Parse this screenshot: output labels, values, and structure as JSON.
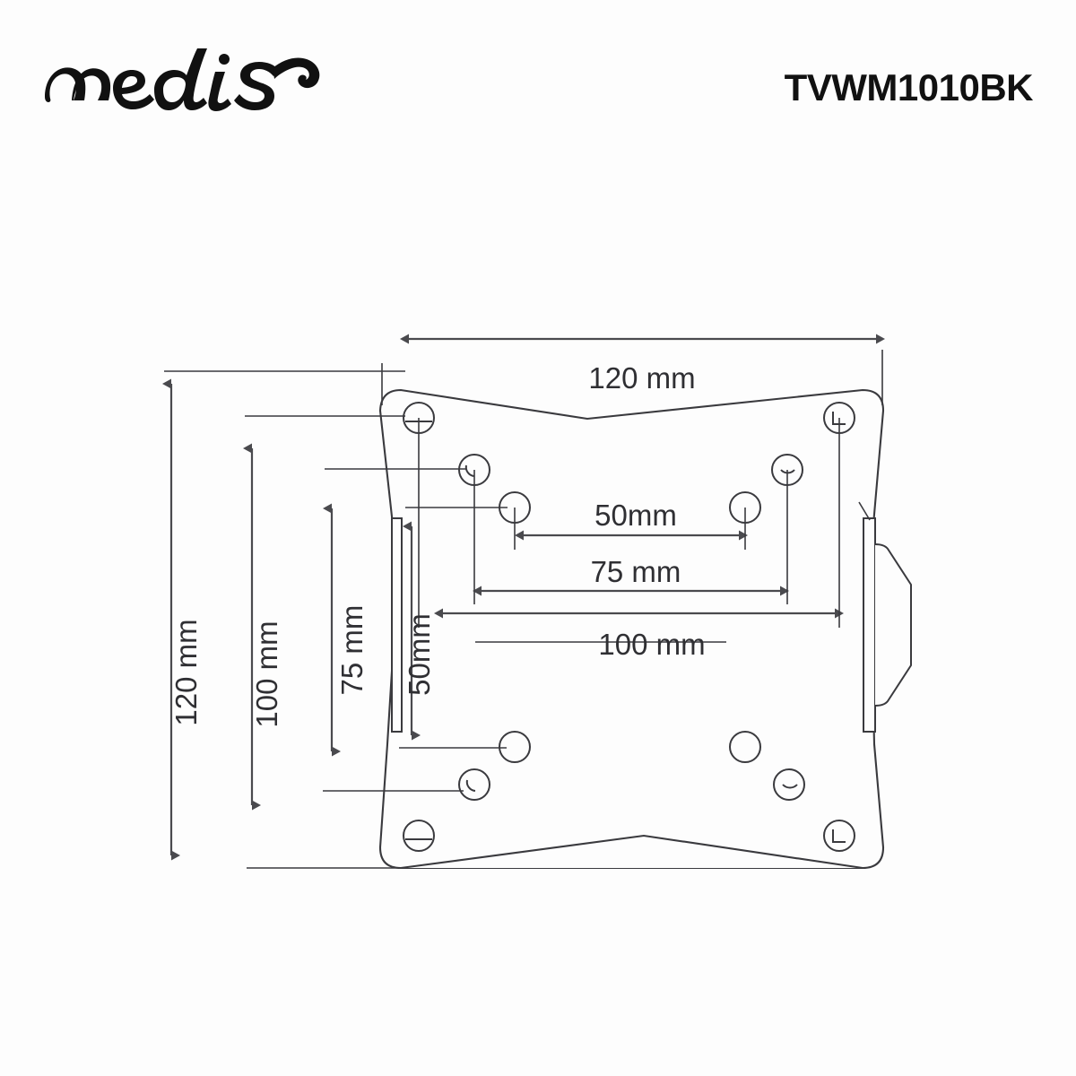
{
  "header": {
    "brand_name": "nedis",
    "brand_logo_icon": "nedis-script-logo",
    "product_code": "TVWM1010BK"
  },
  "drawing": {
    "title": "TV wall mount bracket dimensional drawing",
    "line_color": "#3a3a3e",
    "fill_color": "#fdfdfd",
    "background_color": "#fdfdfd",
    "arrow_color": "#4a4a4e",
    "text_color": "#2f2f33",
    "views": {
      "front_plate": "front-view-vesa-plate",
      "side_profile": "side-view-profile"
    },
    "dimensions": {
      "width_overall": "120 mm",
      "height_overall": "120 mm",
      "vesa_horizontal_100": "100 mm",
      "vesa_horizontal_75": "75 mm",
      "vesa_horizontal_50": "50mm",
      "vesa_vertical_100": "100 mm",
      "vesa_vertical_75": "75 mm",
      "vesa_vertical_50": "50mm"
    },
    "labels": [
      {
        "id": "top-width",
        "text": "120 mm",
        "orientation": "horizontal"
      },
      {
        "id": "mid-50",
        "text": "50mm",
        "orientation": "horizontal"
      },
      {
        "id": "mid-75",
        "text": "75 mm",
        "orientation": "horizontal"
      },
      {
        "id": "mid-100",
        "text": "100 mm",
        "orientation": "horizontal"
      },
      {
        "id": "left-120",
        "text": "120 mm",
        "orientation": "vertical"
      },
      {
        "id": "left-100",
        "text": "100 mm",
        "orientation": "vertical"
      },
      {
        "id": "left-75",
        "text": "75 mm",
        "orientation": "vertical"
      },
      {
        "id": "left-50",
        "text": "50mm",
        "orientation": "vertical"
      }
    ],
    "hole_count_front": 12
  }
}
